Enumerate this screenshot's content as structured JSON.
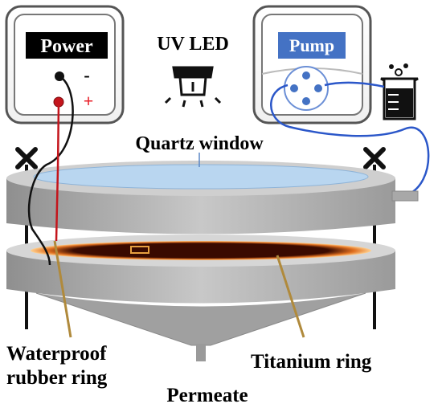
{
  "labels": {
    "power": "Power",
    "minus": "-",
    "plus": "+",
    "uv_led": "UV LED",
    "pump": "Pump",
    "quartz_window": "Quartz window",
    "waterproof_line1": "Waterproof",
    "waterproof_line2": "rubber ring",
    "titanium_ring": "Titanium ring",
    "permeate": "Permeate"
  },
  "colors": {
    "power_label_bg": "#000000",
    "pump_label_bg": "#4472c4",
    "plus_red": "#e8202a",
    "pump_tube": "#2b57c9",
    "quartz_water": "#b9d6f0",
    "reactor_gray": "#b5b5b5",
    "titanium_glow": "#e8a040"
  },
  "icons": {
    "uv_led": "led-bulb-icon",
    "beaker": "beaker-icon",
    "clamp_marks": "x-mark-icon"
  }
}
